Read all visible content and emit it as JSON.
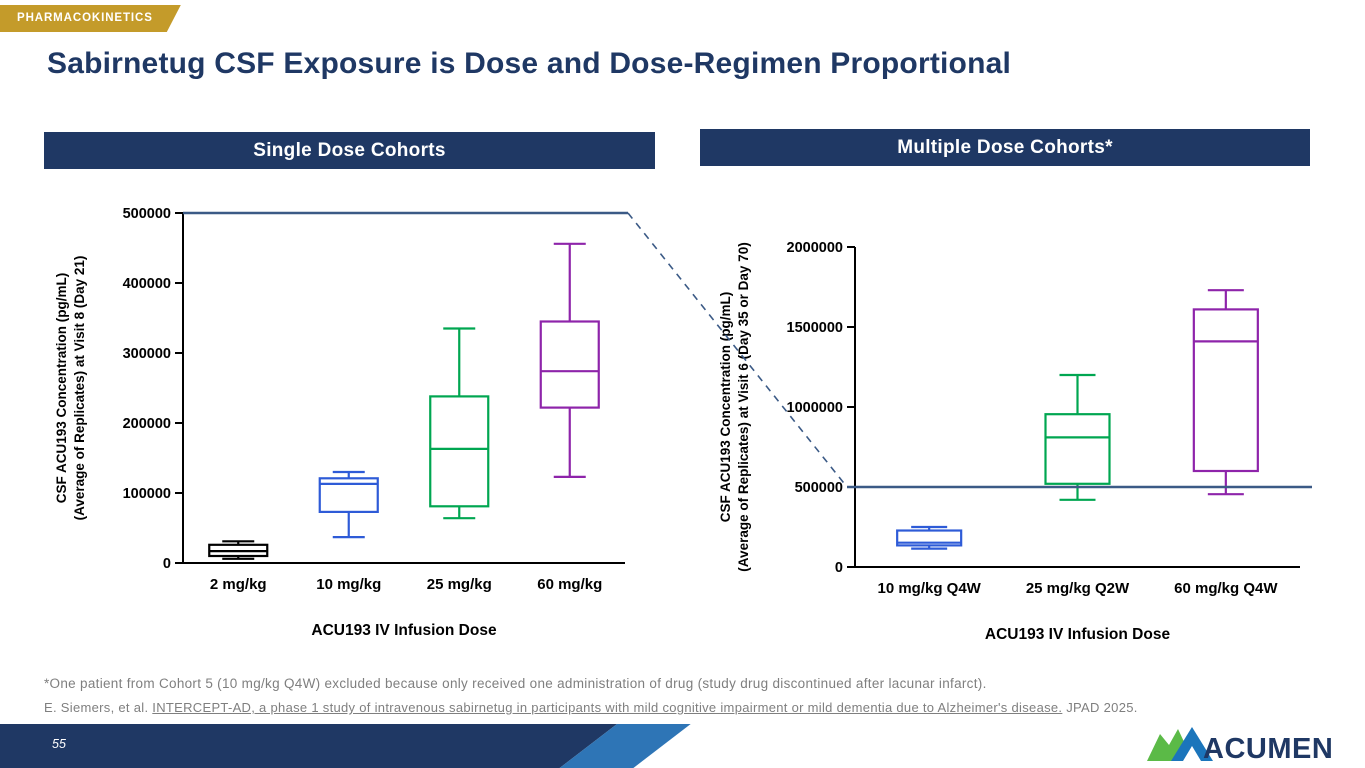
{
  "badge": {
    "label": "PHARMACOKINETICS"
  },
  "title": "Sabirnetug CSF Exposure is Dose and Dose-Regimen Proportional",
  "chart_data": [
    {
      "type": "boxplot",
      "title": "Single Dose Cohorts",
      "ylabel_lines": [
        "CSF ACU193 Concentration (pg/mL)",
        "(Average of Replicates) at Visit 8 (Day 21)"
      ],
      "xlabel": "ACU193 IV Infusion Dose",
      "ylim": [
        0,
        500000
      ],
      "yticks": [
        0,
        100000,
        200000,
        300000,
        400000,
        500000
      ],
      "grid": false,
      "categories": [
        "2 mg/kg",
        "10 mg/kg",
        "25 mg/kg",
        "60 mg/kg"
      ],
      "series": [
        {
          "label": "2 mg/kg",
          "color": "#000000",
          "whisker_low": 6000,
          "q1": 10000,
          "median": 17000,
          "q3": 26000,
          "whisker_high": 31000
        },
        {
          "label": "10 mg/kg",
          "color": "#2E5BD7",
          "whisker_low": 37000,
          "q1": 73000,
          "median": 113000,
          "q3": 121000,
          "whisker_high": 130000
        },
        {
          "label": "25 mg/kg",
          "color": "#00A651",
          "whisker_low": 64000,
          "q1": 81000,
          "median": 163000,
          "q3": 238000,
          "whisker_high": 335000
        },
        {
          "label": "60 mg/kg",
          "color": "#8E24AA",
          "whisker_low": 123000,
          "q1": 222000,
          "median": 274000,
          "q3": 345000,
          "whisker_high": 456000
        }
      ],
      "reference_line_y": 500000
    },
    {
      "type": "boxplot",
      "title": "Multiple Dose Cohorts*",
      "ylabel_lines": [
        "CSF ACU193 Concentration (pg/mL)",
        "(Average of Replicates) at Visit 6 (Day 35 or Day 70)"
      ],
      "xlabel": "ACU193 IV Infusion Dose",
      "ylim": [
        0,
        2000000
      ],
      "yticks": [
        0,
        500000,
        1000000,
        1500000,
        2000000
      ],
      "grid": false,
      "categories": [
        "10 mg/kg Q4W",
        "25 mg/kg Q2W",
        "60 mg/kg Q4W"
      ],
      "series": [
        {
          "label": "10 mg/kg Q4W",
          "color": "#2E5BD7",
          "whisker_low": 115000,
          "q1": 135000,
          "median": 152000,
          "q3": 228000,
          "whisker_high": 250000
        },
        {
          "label": "25 mg/kg Q2W",
          "color": "#00A651",
          "whisker_low": 420000,
          "q1": 520000,
          "median": 810000,
          "q3": 955000,
          "whisker_high": 1200000
        },
        {
          "label": "60 mg/kg Q4W",
          "color": "#8E24AA",
          "whisker_low": 455000,
          "q1": 600000,
          "median": 1410000,
          "q3": 1610000,
          "whisker_high": 1730000
        }
      ],
      "reference_line_y": 500000
    }
  ],
  "footnote": "*One patient from Cohort 5 (10 mg/kg Q4W) excluded because only received one administration of drug (study drug discontinued after lacunar infarct).",
  "citation": {
    "prefix": "E. Siemers, et al. ",
    "underlined": "INTERCEPT-AD, a phase 1 study of intravenous sabirnetug in participants with mild cognitive impairment or mild dementia due to Alzheimer's disease.",
    "suffix": " JPAD 2025."
  },
  "footer": {
    "page_number": "55",
    "logo_text": "ACUMEN"
  },
  "theme": {
    "navy": "#1F3864",
    "gold": "#C49B2A",
    "accent_blue": "#2E75B6",
    "ref_line": "#3B5A86",
    "footnote_gray": "#7F7F7F",
    "logo_green": "#5BBA47",
    "logo_blue": "#1B75BB"
  }
}
